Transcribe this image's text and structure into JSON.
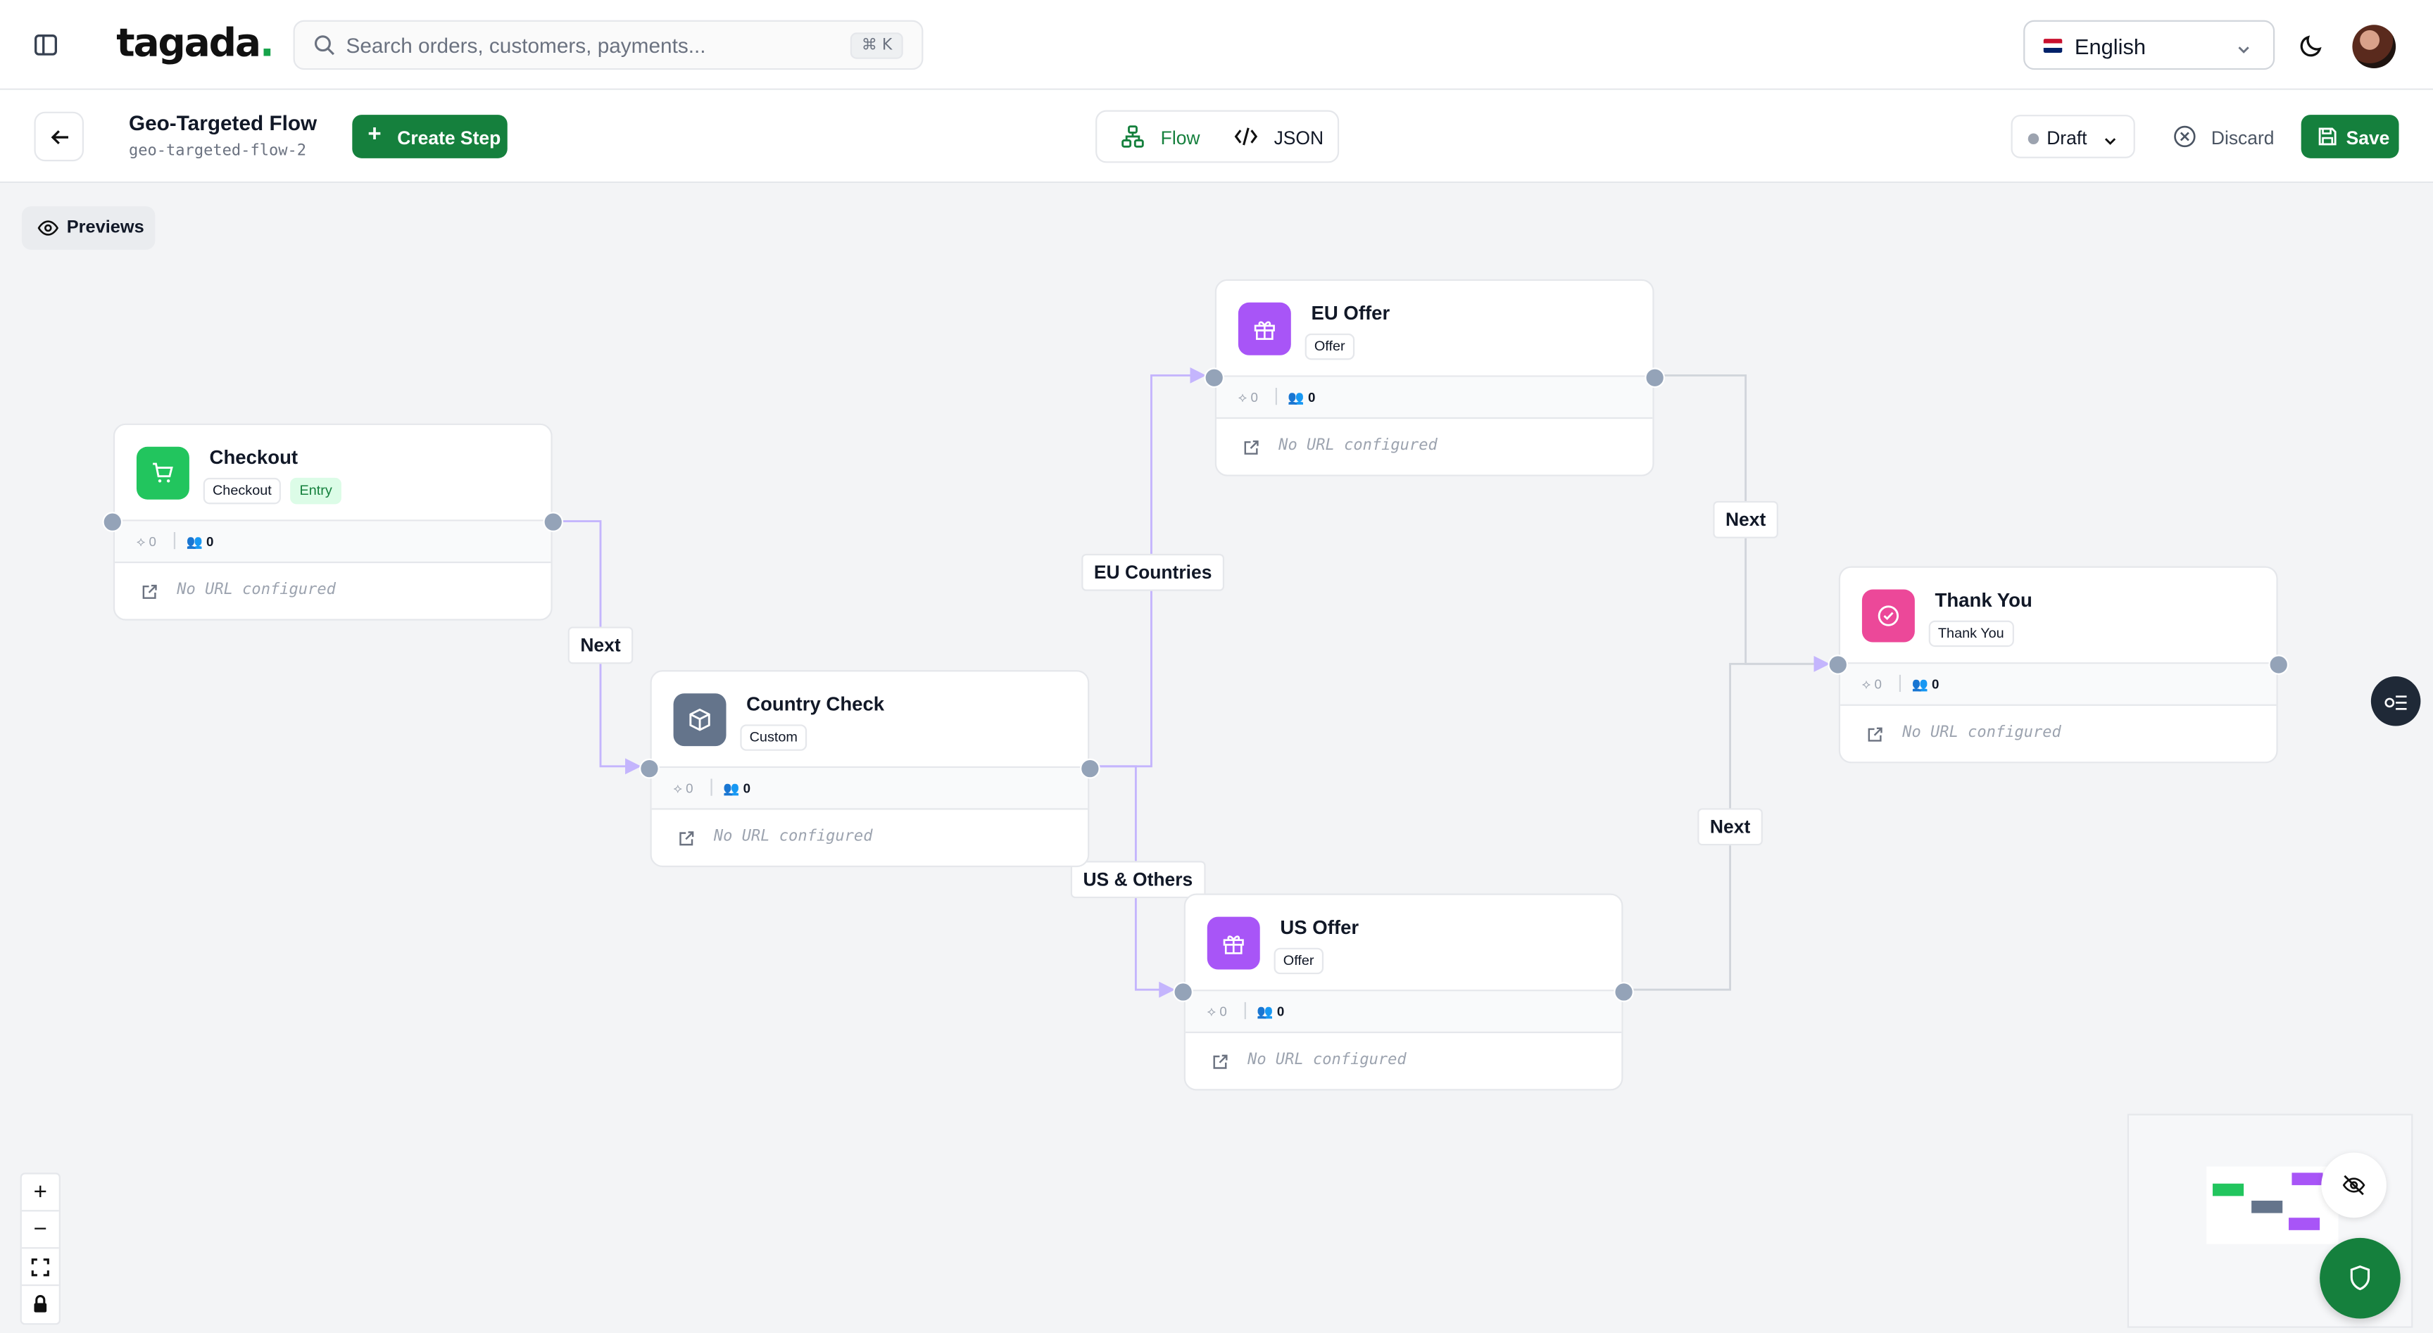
{
  "app": {
    "logo_text": "tagada",
    "logo_dot": "."
  },
  "search": {
    "placeholder": "Search orders, customers, payments...",
    "shortcut": "⌘ K"
  },
  "language": {
    "selected": "English"
  },
  "flow": {
    "title": "Geo-Targeted Flow",
    "slug": "geo-targeted-flow-2",
    "create_step_label": "Create Step",
    "view_tabs": {
      "flow_label": "Flow",
      "json_label": "JSON",
      "active": "Flow"
    },
    "status": "Draft",
    "discard_label": "Discard",
    "save_label": "Save"
  },
  "canvas": {
    "previews_label": "Previews",
    "nodes": [
      {
        "id": "checkout",
        "name": "Checkout",
        "badges": [
          "Checkout",
          "Entry"
        ],
        "icon": "cart-icon",
        "color": "#22c55e",
        "stat_a": "0",
        "stat_b": "0",
        "url": "No URL configured"
      },
      {
        "id": "country-check",
        "name": "Country Check",
        "badges": [
          "Custom"
        ],
        "icon": "box-icon",
        "color": "#64748b",
        "stat_a": "0",
        "stat_b": "0",
        "url": "No URL configured"
      },
      {
        "id": "eu-offer",
        "name": "EU Offer",
        "badges": [
          "Offer"
        ],
        "icon": "gift-icon",
        "color": "#a855f7",
        "stat_a": "0",
        "stat_b": "0",
        "url": "No URL configured"
      },
      {
        "id": "us-offer",
        "name": "US Offer",
        "badges": [
          "Offer"
        ],
        "icon": "gift-icon",
        "color": "#a855f7",
        "stat_a": "0",
        "stat_b": "0",
        "url": "No URL configured"
      },
      {
        "id": "thank-you",
        "name": "Thank You",
        "badges": [
          "Thank You"
        ],
        "icon": "check-circle-icon",
        "color": "#ec4899",
        "stat_a": "0",
        "stat_b": "0",
        "url": "No URL configured"
      }
    ],
    "edge_labels": {
      "checkout_country": "Next",
      "country_eu": "EU Countries",
      "country_us": "US & Others",
      "eu_thanks": "Next",
      "us_thanks": "Next"
    }
  },
  "colors": {
    "primary": "#15803d",
    "edge": "#c4b5fd",
    "handle": "#94a3b8"
  }
}
